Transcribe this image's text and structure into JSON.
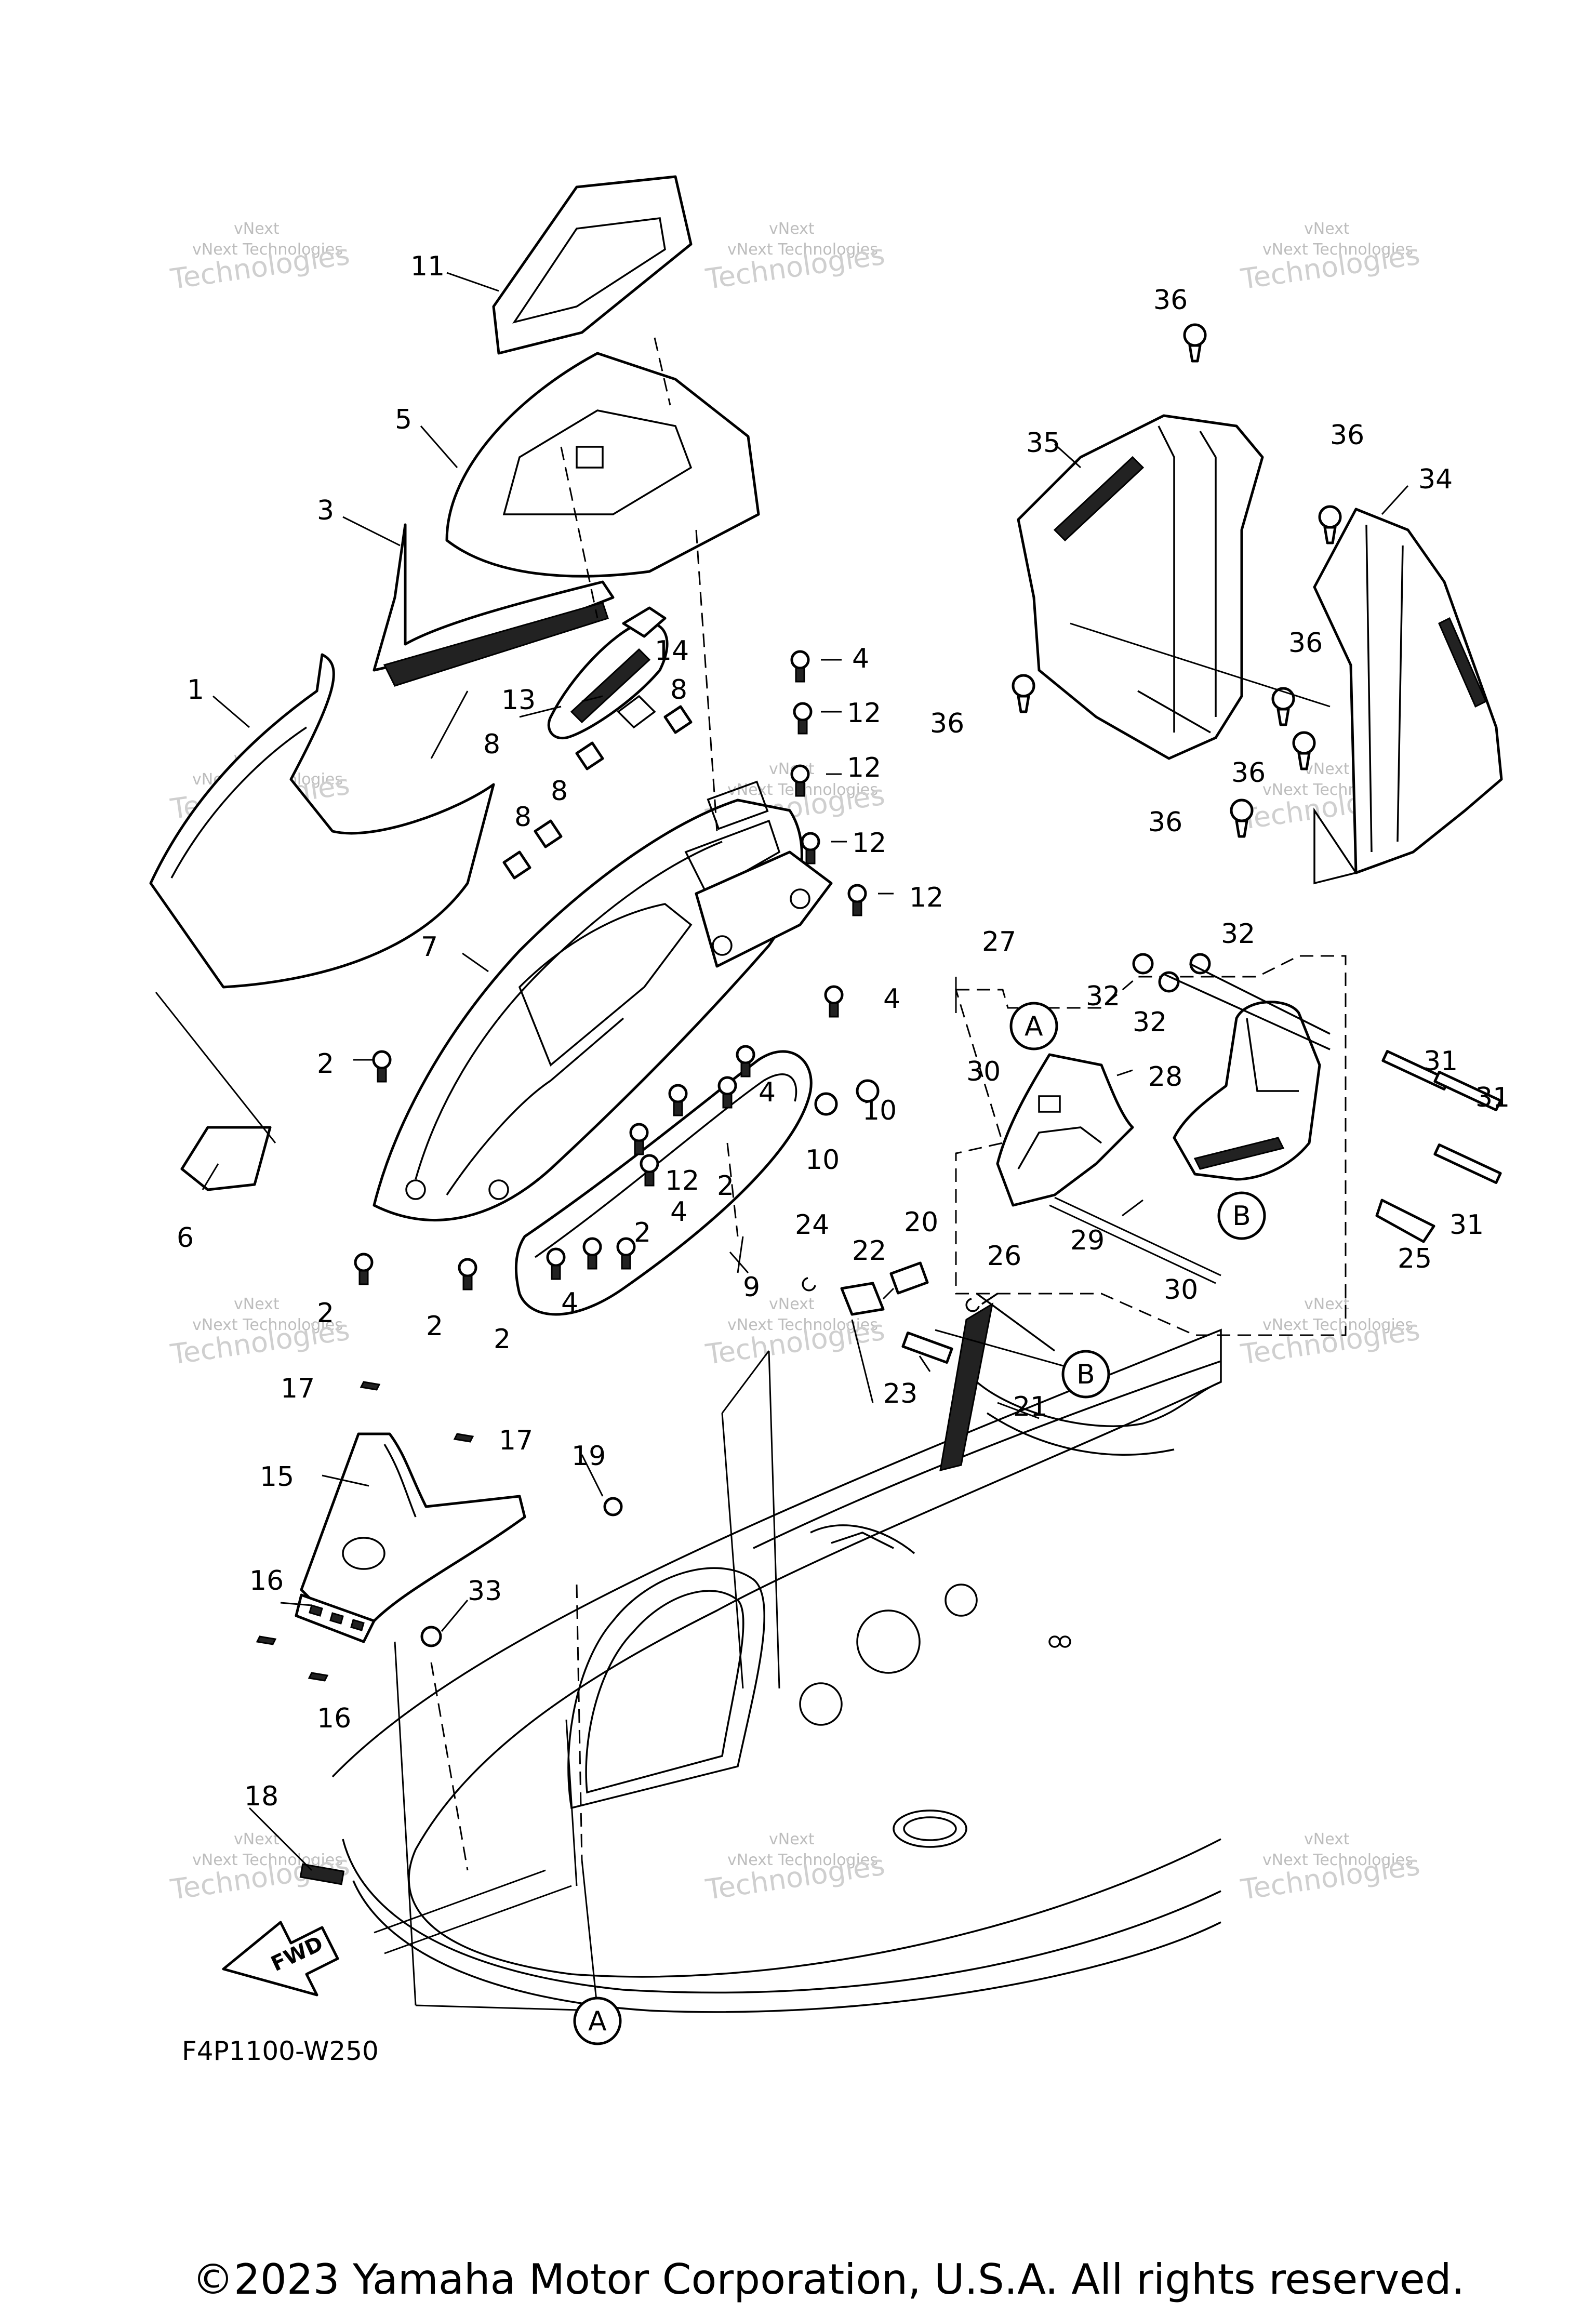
{
  "callouts": [
    "1",
    "2",
    "3",
    "4",
    "5",
    "6",
    "7",
    "8",
    "9",
    "10",
    "11",
    "12",
    "13",
    "14",
    "15",
    "16",
    "17",
    "18",
    "19",
    "20",
    "21",
    "22",
    "23",
    "24",
    "25",
    "26",
    "27",
    "28",
    "29",
    "30",
    "31",
    "32",
    "33",
    "34",
    "35",
    "36"
  ],
  "refs": {
    "a": "A",
    "b": "B"
  },
  "fwd_label": "FWD",
  "drawing_code": "F4P1100-W250",
  "watermark": {
    "line1": "vNext",
    "line2": "vNext Technologies",
    "big": "Technologies"
  },
  "copyright": "©2023 Yamaha Motor Corporation, U.S.A. All rights reserved."
}
